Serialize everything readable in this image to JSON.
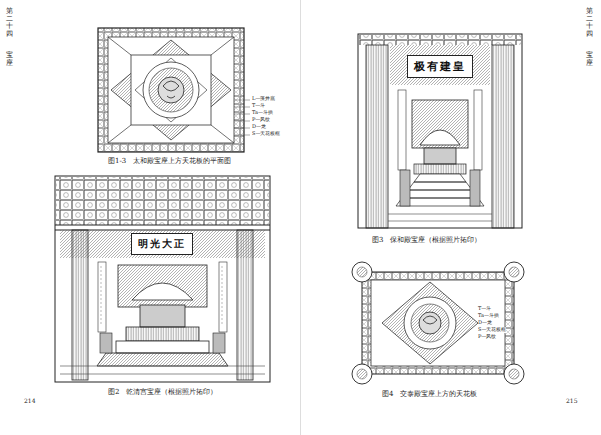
{
  "diagram": {
    "nodes": [
      {
        "text": [
          "正大光明"
        ]
      },
      {
        "text": [
          "皇建有极"
        ]
      }
    ],
    "labels": [
      "第二十四",
      "宝座",
      "L—藻井底",
      "T—斗",
      "Ta—斗拱",
      "P—风纹",
      "D—龙",
      "S—天花板框",
      "图1-3　太和殿宝座上方天花板的平面图",
      "图2　乾清宫宝座（根据照片拓印）",
      "214",
      "第二十四",
      "宝座",
      "图3　保和殿宝座（根据照片拓印）",
      "T—斗",
      "Ta—斗拱",
      "D—龙",
      "S—天花板框",
      "P—风纹",
      "图4　交泰殿宝座上方的天花板",
      "215"
    ]
  }
}
